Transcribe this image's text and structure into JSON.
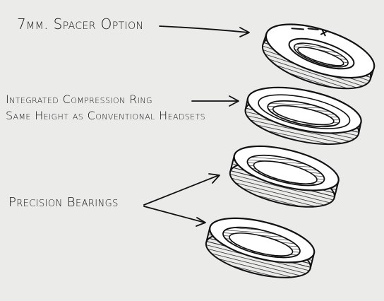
{
  "labels": {
    "spacer": "7mm. Spacer Option",
    "compression_line1": "Integrated Compression Ring",
    "compression_line2": "Same Height as Conventional Headsets",
    "bearings": "Precision Bearings"
  },
  "parts": [
    "spacer-ring",
    "compression-ring",
    "upper-bearing",
    "lower-bearing"
  ],
  "colors": {
    "ink": "#111111",
    "paper": "#ebebea",
    "fill": "#ffffff"
  }
}
